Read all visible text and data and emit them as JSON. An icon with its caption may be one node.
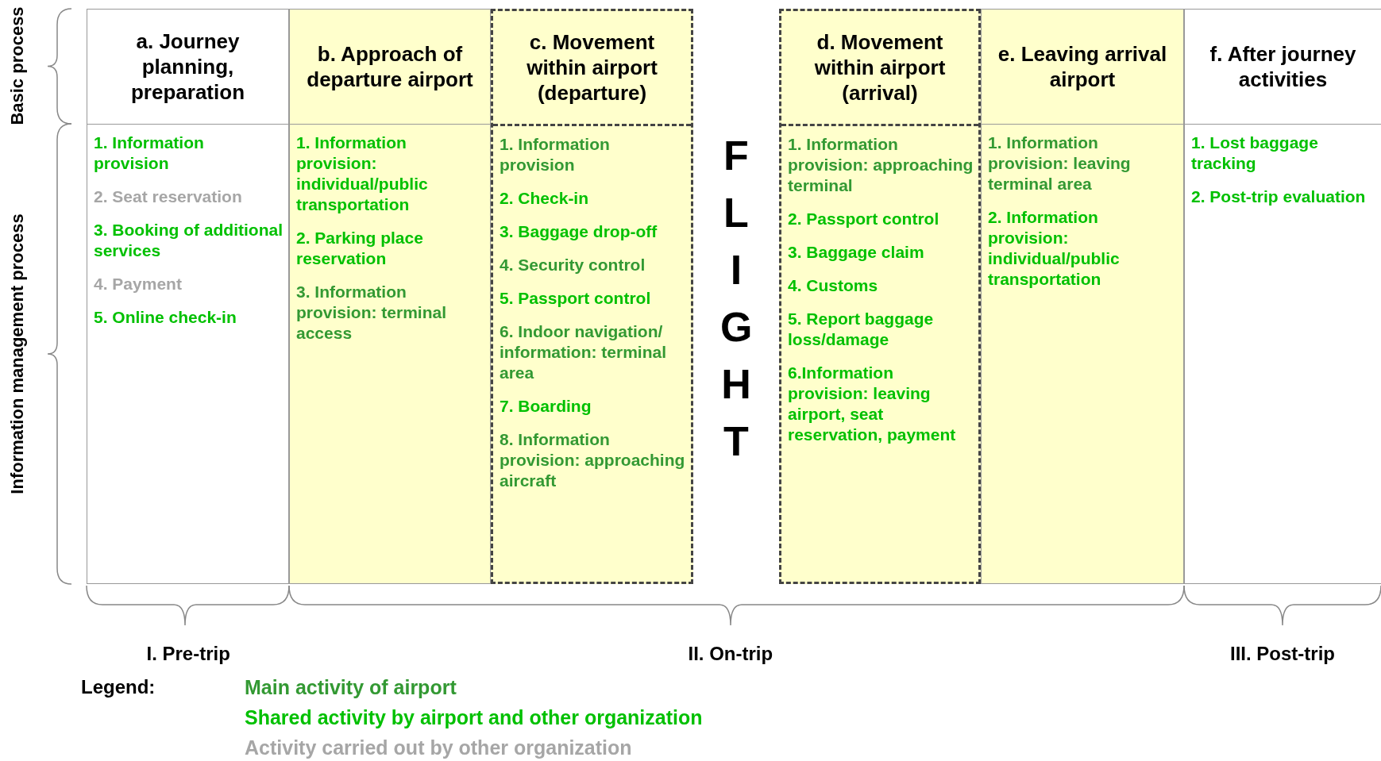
{
  "diagram": {
    "nodes": [
      {
        "text": [
          "a. Journey planning, preparation"
        ]
      },
      {
        "text": [
          "1. Information provision"
        ],
        "in": 0
      },
      {
        "text": [
          "2. Seat reservation"
        ],
        "in": 0
      },
      {
        "text": [
          "3. Booking of additional services"
        ],
        "in": 0
      },
      {
        "text": [
          "4. Payment"
        ],
        "in": 0
      },
      {
        "text": [
          "5. Online check-in"
        ],
        "in": 0
      },
      {
        "text": [
          "b. Approach of departure airport"
        ]
      },
      {
        "text": [
          "1. Information provision: individual/public transportation"
        ],
        "in": 6
      },
      {
        "text": [
          "2. Parking place reservation"
        ],
        "in": 6
      },
      {
        "text": [
          "3. Information provision: terminal access"
        ],
        "in": 6
      },
      {
        "text": [
          "c. Movement within airport (departure)"
        ]
      },
      {
        "text": [
          "1. Information provision"
        ],
        "in": 10
      },
      {
        "text": [
          "2. Check-in"
        ],
        "in": 10
      },
      {
        "text": [
          "3. Baggage drop-off"
        ],
        "in": 10
      },
      {
        "text": [
          "4. Security control"
        ],
        "in": 10
      },
      {
        "text": [
          "5. Passport control"
        ],
        "in": 10
      },
      {
        "text": [
          "6. Indoor navigation/ information: terminal area"
        ],
        "in": 10
      },
      {
        "text": [
          "7. Boarding"
        ],
        "in": 10
      },
      {
        "text": [
          "8. Information provision: approaching aircraft"
        ],
        "in": 10
      },
      {
        "text": [
          "d. Movement within airport (arrival)"
        ]
      },
      {
        "text": [
          "1. Information provision: approaching terminal"
        ],
        "in": 19
      },
      {
        "text": [
          "2. Passport control"
        ],
        "in": 19
      },
      {
        "text": [
          "3. Baggage claim"
        ],
        "in": 19
      },
      {
        "text": [
          "4. Customs"
        ],
        "in": 19
      },
      {
        "text": [
          "5. Report baggage loss/damage"
        ],
        "in": 19
      },
      {
        "text": [
          "6.Information provision: leaving airport, seat reservation, payment"
        ],
        "in": 19
      },
      {
        "text": [
          "e. Leaving arrival airport"
        ]
      },
      {
        "text": [
          "1. Information provision: leaving terminal area"
        ],
        "in": 26
      },
      {
        "text": [
          "2. Information provision: individual/public transportation"
        ],
        "in": 26
      },
      {
        "text": [
          "f. After journey activities"
        ]
      },
      {
        "text": [
          "1. Lost  baggage tracking"
        ],
        "in": 29
      },
      {
        "text": [
          "2. Post-trip evaluation"
        ],
        "in": 29
      }
    ],
    "labels": [
      "Basic process",
      "Information management process",
      "FLIGHT",
      "I. Pre-trip",
      "II. On-trip",
      "III. Post-trip",
      "Legend:"
    ],
    "legend": [
      {
        "text": "Main activity of airport",
        "color": "#339933"
      },
      {
        "text": "Shared activity by airport and other organization",
        "color": "#00c000"
      },
      {
        "text": "Activity carried out by other organization",
        "color": "#a6a6a6"
      }
    ]
  }
}
